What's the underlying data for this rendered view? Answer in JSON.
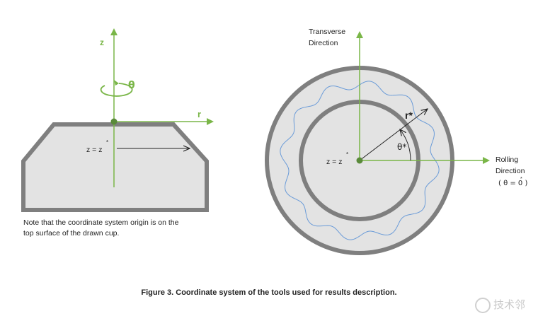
{
  "left": {
    "label_z": "z",
    "label_theta": "θ",
    "label_r": "r",
    "label_plane": "z = z",
    "label_plane_star": "*"
  },
  "right": {
    "label_transverse_1": "Transverse",
    "label_transverse_2": "Direction",
    "label_rstar": "r*",
    "label_thetastar": "θ*",
    "label_plane": "z = z",
    "label_plane_star": "*",
    "label_rolling_1": "Rolling",
    "label_rolling_2": "Direction",
    "label_rolling_3": "( θ = 0 )",
    "label_rolling_deg": "*"
  },
  "note": {
    "line1": "Note that the coordinate system origin is on the",
    "line2": "top surface of the drawn cup."
  },
  "caption": "Figure 3. Coordinate system of the tools used for results description.",
  "watermark": "技术邻",
  "colors": {
    "axis_green": "#7ab648",
    "dot_green": "#5a8a3a",
    "body_fill": "#e3e3e3",
    "body_stroke": "#7f7f7f",
    "wave_blue": "#6a9bd8"
  }
}
